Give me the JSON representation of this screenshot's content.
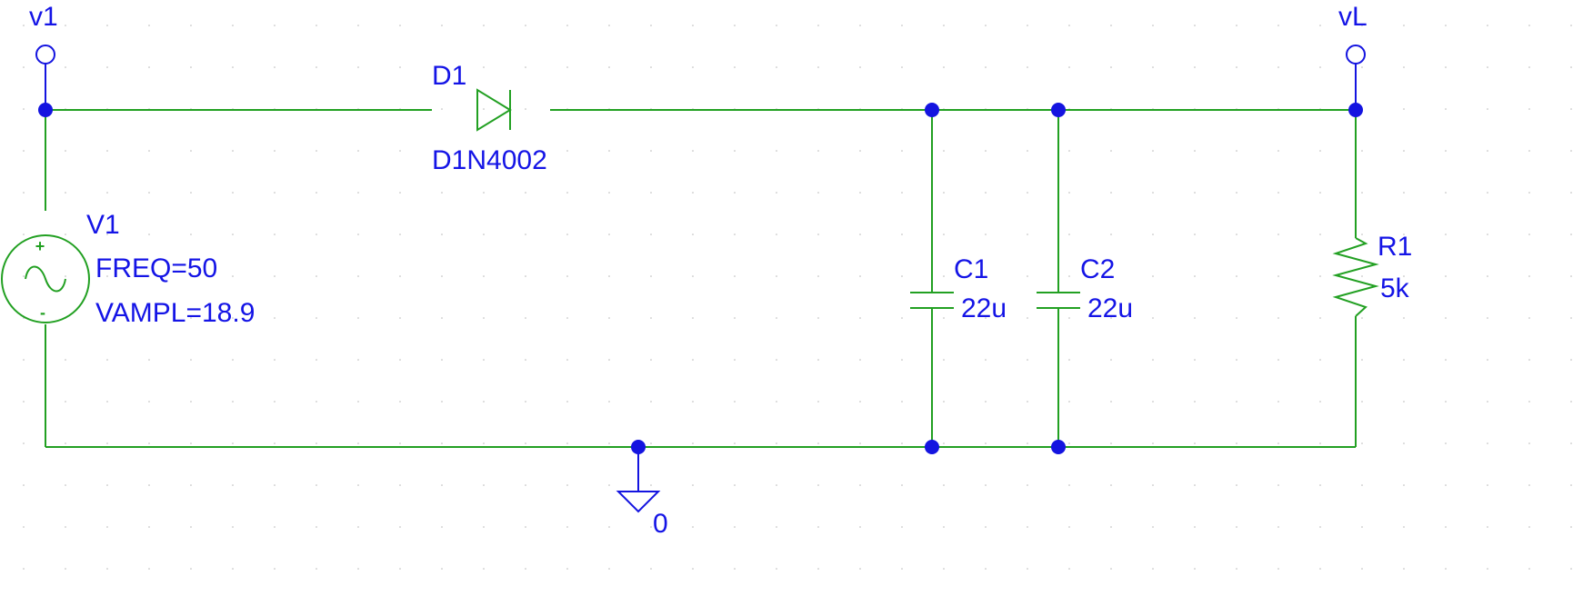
{
  "nets": {
    "v1_probe": "v1",
    "vL_probe": "vL",
    "ground": "0"
  },
  "components": {
    "D1": {
      "ref": "D1",
      "model": "D1N4002"
    },
    "V1": {
      "ref": "V1",
      "freq": "FREQ=50",
      "vampl": "VAMPL=18.9",
      "plus": "+",
      "minus": "-"
    },
    "C1": {
      "ref": "C1",
      "value": "22u"
    },
    "C2": {
      "ref": "C2",
      "value": "22u"
    },
    "R1": {
      "ref": "R1",
      "value": "5k"
    }
  },
  "colors": {
    "wire": "#22a022",
    "label": "#1414e6",
    "junction": "#1414e0",
    "grid": "#b8b8b8"
  }
}
